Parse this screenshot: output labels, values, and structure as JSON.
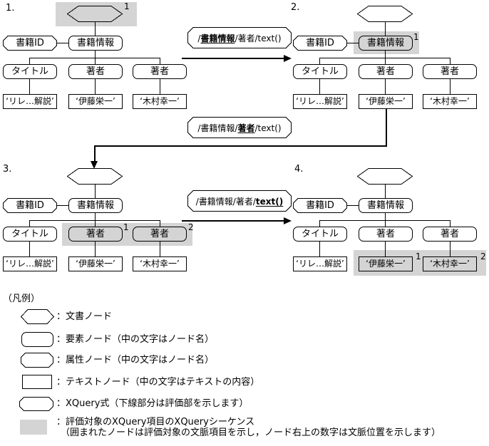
{
  "colors": {
    "highlight": "#d4d4d4",
    "line": "#000000",
    "background": "#ffffff"
  },
  "nodes": {
    "attribute": "書籍ID",
    "element_root": "書籍情報",
    "element_title": "タイトル",
    "element_author": "著者",
    "text_title": "‘リレ…解説’",
    "text_author1": "‘伊藤栄一’",
    "text_author2": "‘木村幸一’"
  },
  "trees": [
    {
      "number": "1.",
      "context_marks": {
        "document": "1"
      }
    },
    {
      "number": "2.",
      "context_marks": {
        "element": "1"
      }
    },
    {
      "number": "3.",
      "context_marks": {
        "author1": "1",
        "author2": "2"
      }
    },
    {
      "number": "4.",
      "context_marks": {
        "text1": "1",
        "text2": "2"
      }
    }
  ],
  "xquery_expressions": [
    {
      "pre": "/",
      "eval": "書籍情報",
      "post": "/著者/text()"
    },
    {
      "pre": "/書籍情報/",
      "eval": "著者",
      "post": "/text()"
    },
    {
      "pre": "/書籍情報/著者/",
      "eval": "text()",
      "post": ""
    }
  ],
  "legend": {
    "title": "（凡例）",
    "items": [
      {
        "label": "：文書ノード"
      },
      {
        "label": "：要素ノード（中の文字はノード名）"
      },
      {
        "label": "：属性ノード（中の文字はノード名）"
      },
      {
        "label": "：テキストノード（中の文字はテキストの内容）"
      },
      {
        "label": "：XQuery式（下線部分は評価部を示します）"
      },
      {
        "label": "：評価対象のXQuery項目のXQueryシーケンス",
        "label2": "（囲まれたノードは評価対象の文脈項目を示し，ノード右上の数字は文脈位置を示します）"
      }
    ]
  }
}
